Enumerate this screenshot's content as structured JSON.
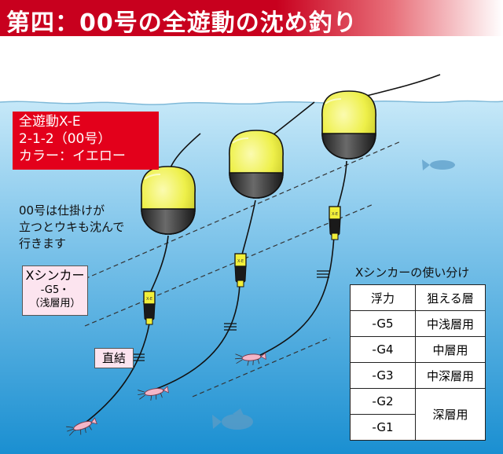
{
  "title": "第四：00号の全遊動の沈め釣り",
  "spec": {
    "line1": "全遊動X-E",
    "line2": "2-1-2（00号）",
    "line3": "カラー：イエロー"
  },
  "note": {
    "line1": "00号は仕掛けが",
    "line2": "立つとウキも沈んで",
    "line3": "行きます"
  },
  "sinker_label": {
    "title": "Xシンカー",
    "line1": "-G5・",
    "line2": "浅層用"
  },
  "direct_label": "直結",
  "float_tag": "X-E",
  "table": {
    "title": "Xシンカーの使い分け",
    "headers": [
      "浮力",
      "狙える層"
    ],
    "rows": [
      {
        "buoyancy": "-G5",
        "layer": "中浅層用"
      },
      {
        "buoyancy": "-G4",
        "layer": "中層用"
      },
      {
        "buoyancy": "-G3",
        "layer": "中深層用"
      },
      {
        "buoyancy": "-G2",
        "layer": "深層用"
      },
      {
        "buoyancy": "-G1",
        "layer": ""
      }
    ]
  },
  "colors": {
    "title_bg": "#c8001e",
    "water_top": "#c2e6f7",
    "water_bottom": "#1b90d2",
    "float_yellow": "#f2f25a",
    "spec_bg": "#e3001b",
    "label_bg": "#fce4ef"
  }
}
